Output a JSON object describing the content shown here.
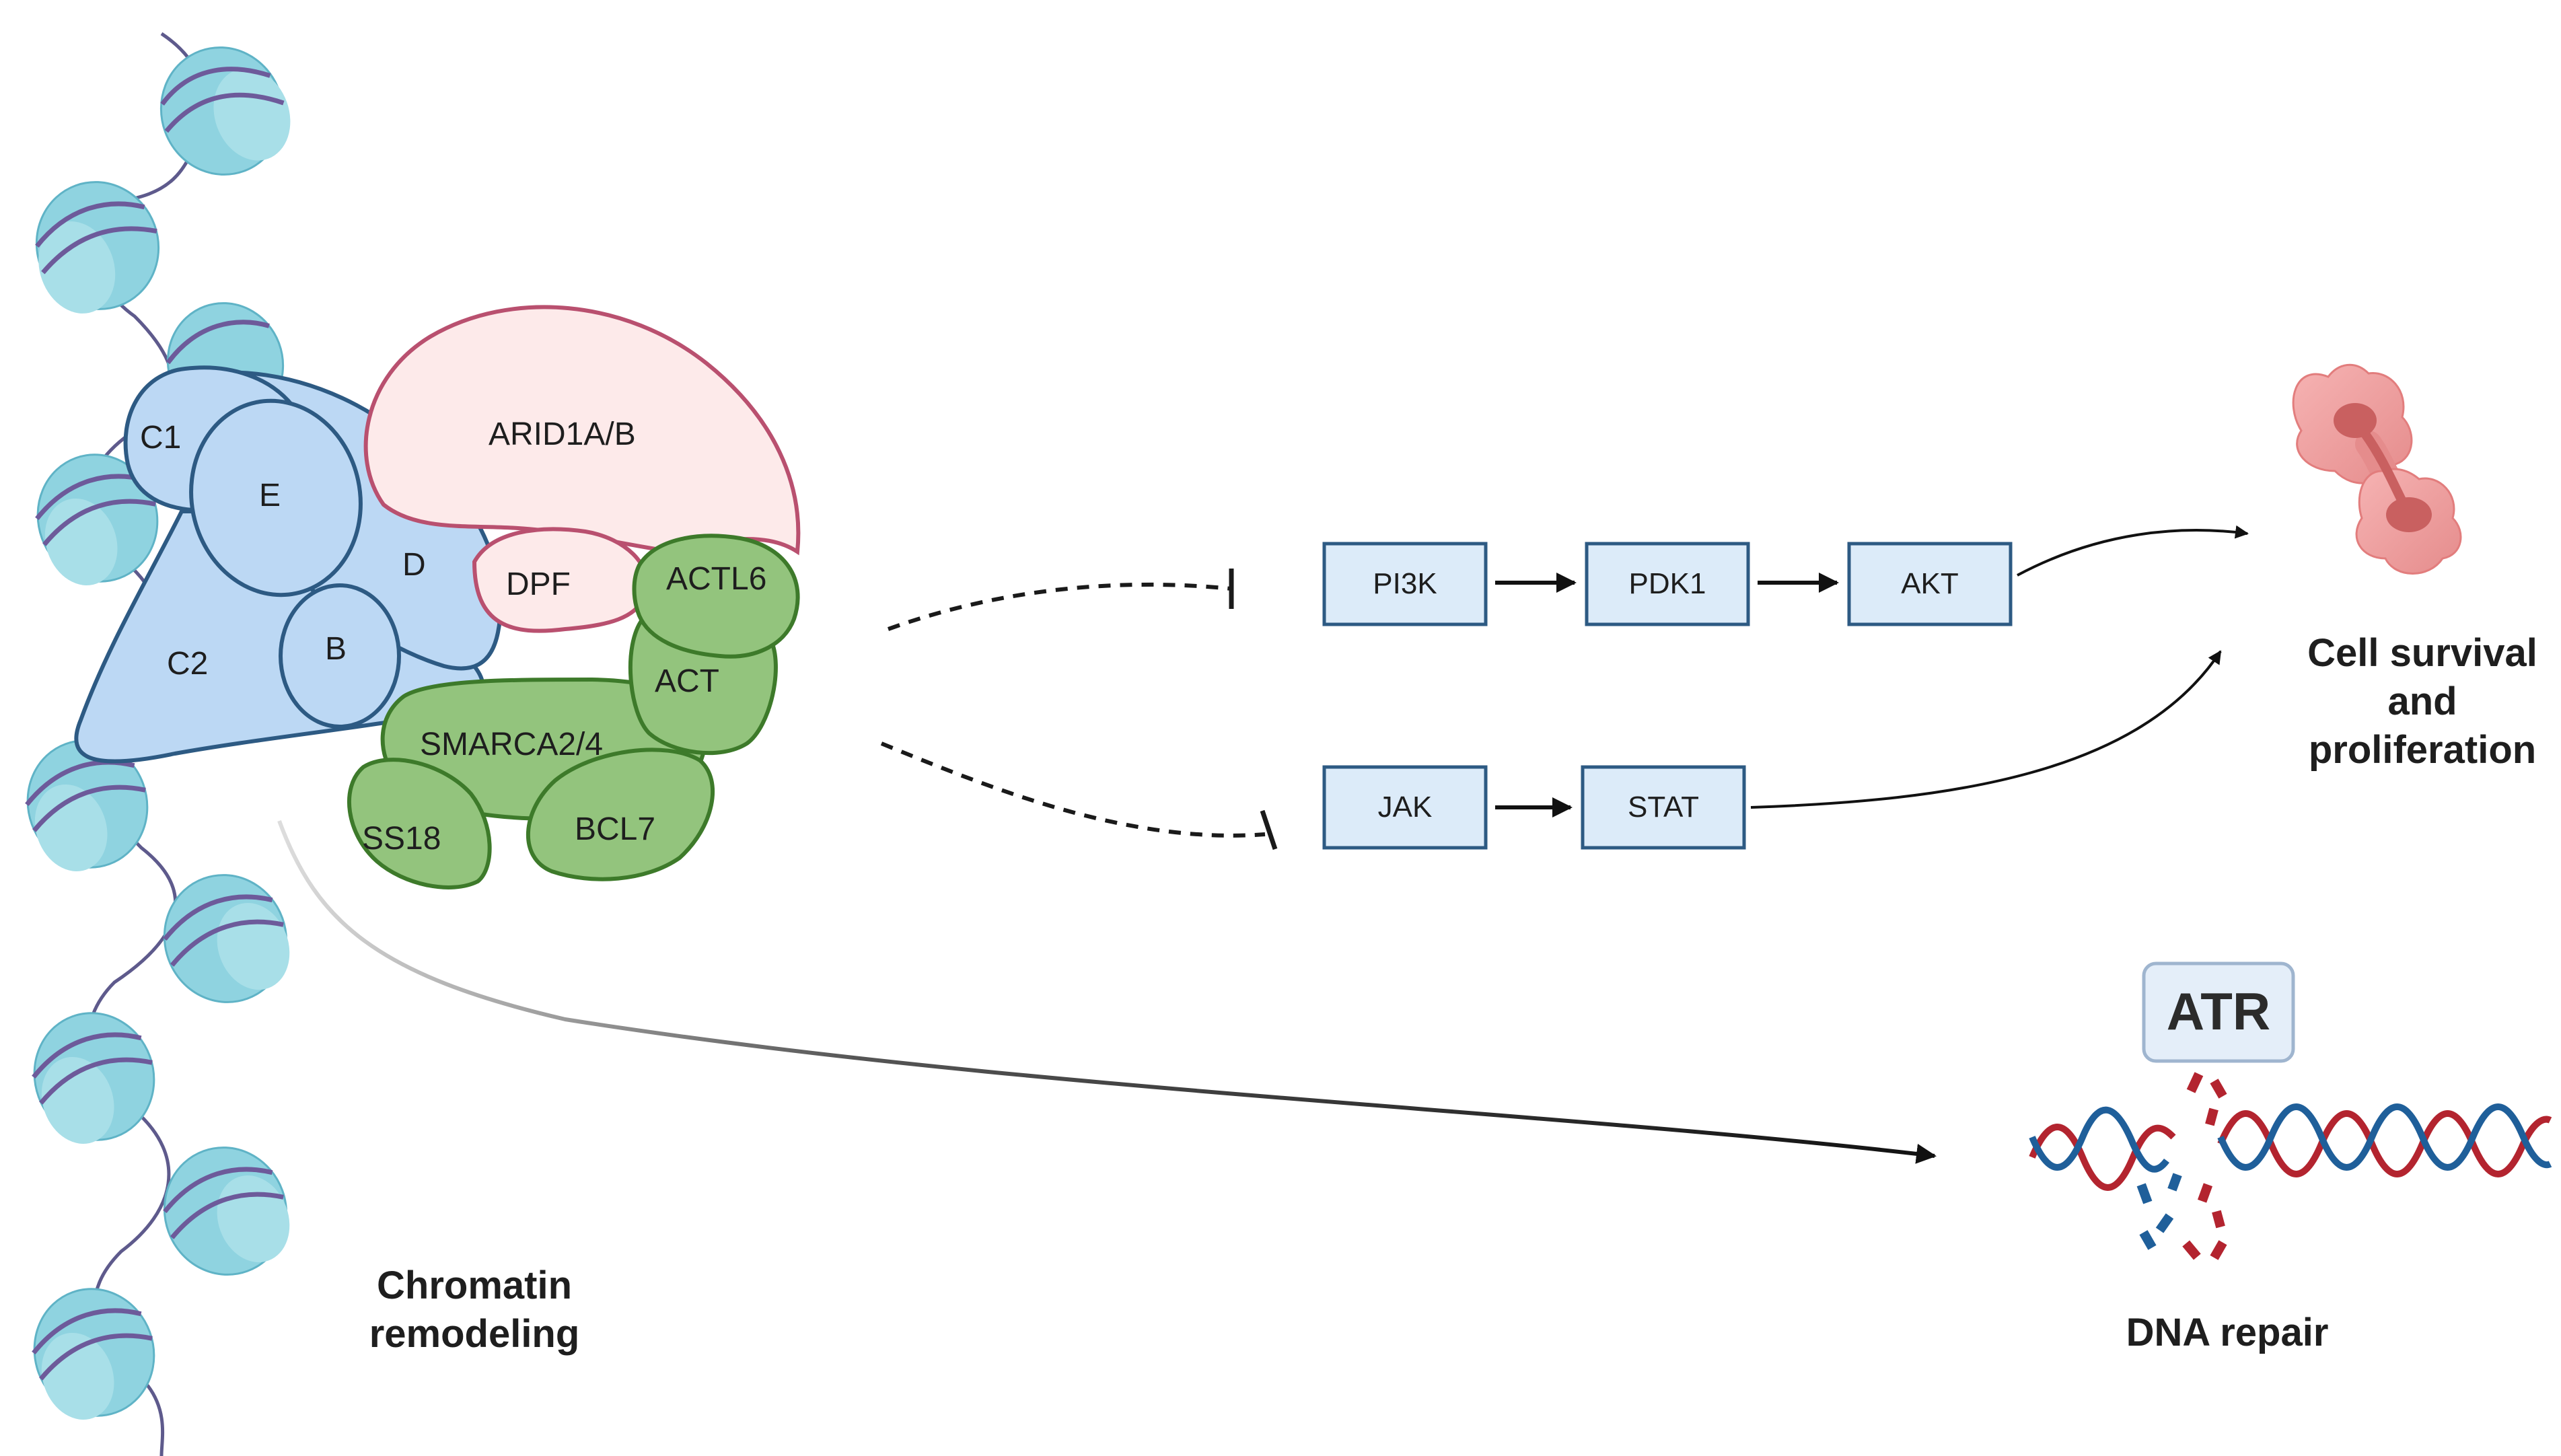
{
  "subunits": {
    "c1": "C1",
    "e": "E",
    "c2": "C2",
    "b": "B",
    "d": "D",
    "arid": "ARID1A/B",
    "dpf": "DPF",
    "actl6": "ACTL6",
    "act": "ACT",
    "smarca": "SMARCA2/4",
    "ss18": "SS18",
    "bcl7": "BCL7"
  },
  "pathway": {
    "pi3k": "PI3K",
    "pdk1": "PDK1",
    "akt": "AKT",
    "jak": "JAK",
    "stat": "STAT"
  },
  "outcomes": {
    "cell_survival": [
      "Cell survival",
      "and",
      "proliferation"
    ],
    "atr": "ATR",
    "dna_repair": "DNA repair",
    "chromatin": [
      "Chromatin",
      "remodeling"
    ]
  },
  "colors": {
    "blue_fill": "#bcd8f4",
    "blue_stroke": "#2d5a83",
    "pink_fill": "#fdeaea",
    "pink_stroke": "#b9506f",
    "green_fill": "#93c47d",
    "green_stroke": "#3d7a2a",
    "nucleosome": "#7ecad9",
    "dna_red": "#b3242f",
    "dna_blue": "#1f5f9a"
  }
}
